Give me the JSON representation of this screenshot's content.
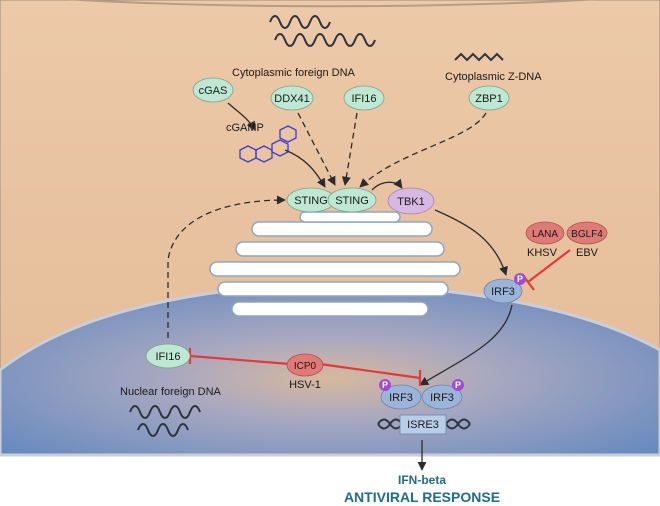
{
  "colors": {
    "cytoplasm": "#e9c4a3",
    "nucleus": "#6b8fc3",
    "node_green": "#bfe8d4",
    "node_purple": "#d7b8e2",
    "node_red": "#e07a76",
    "node_blue": "#9bb4d7",
    "phospho": "#a24bd0",
    "inhibit": "#e03a3a",
    "output_text": "#1f6c86"
  },
  "labels": {
    "cytoplasmic_foreign_dna": "Cytoplasmic foreign DNA",
    "cytoplasmic_z_dna": "Cytoplasmic Z-DNA",
    "cgamp": "cGAMP",
    "nuclear_foreign_dna": "Nuclear foreign DNA",
    "kshv": "KHSV",
    "ebv": "EBV",
    "hsv1": "HSV-1",
    "ifn_beta": "IFN-beta",
    "antiviral_response": "ANTIVIRAL RESPONSE",
    "phospho": "P"
  },
  "nodes": {
    "cgas": "cGAS",
    "ddx41": "DDX41",
    "ifi16_cyto": "IFI16",
    "zbp1": "ZBP1",
    "sting_left": "STING",
    "sting_right": "STING",
    "tbk1": "TBK1",
    "lana": "LANA",
    "bglf4": "BGLF4",
    "irf3_cyto": "IRF3",
    "ifi16_nuc": "IFI16",
    "icp0": "ICP0",
    "irf3_nuc_left": "IRF3",
    "irf3_nuc_right": "IRF3",
    "isre3": "ISRE3"
  },
  "icons": {
    "dna_coil": "dna-helix-icon",
    "cgamp_molecule": "cgamp-molecule-icon",
    "phospho_badge": "phosphate-badge-icon"
  }
}
